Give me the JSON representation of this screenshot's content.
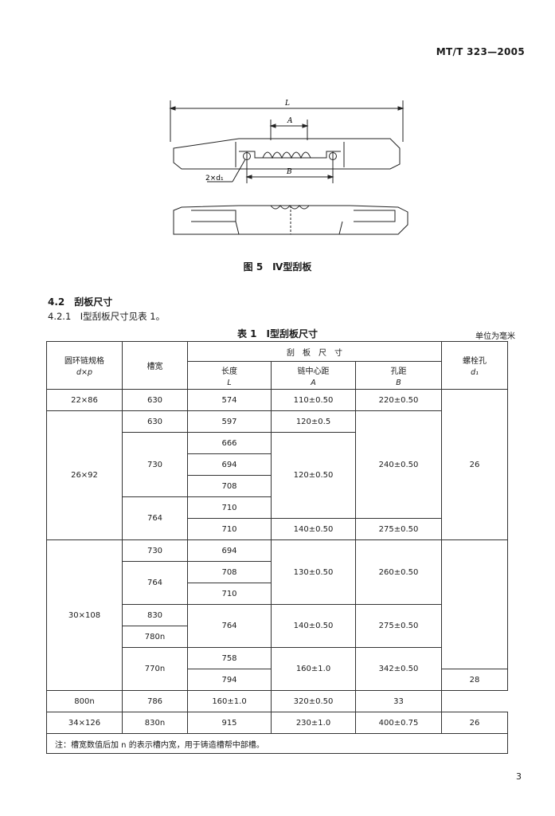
{
  "header": {
    "standard_code": "MT/T 323—2005"
  },
  "figure": {
    "dim_L": "L",
    "dim_A": "A",
    "dim_B": "B",
    "hole_label": "2×d₁",
    "caption": "图 5　Ⅳ型刮板"
  },
  "section": {
    "heading": "4.2　刮板尺寸",
    "text": "4.2.1　Ⅰ型刮板尺寸见表 1。"
  },
  "table": {
    "title": "表 1　Ⅰ型刮板尺寸",
    "unit": "单位为毫米",
    "headers": {
      "chain": "圆环链规格",
      "chain_sym": "d×p",
      "groove": "槽宽",
      "group": "刮　板　尺　寸",
      "length": "长度",
      "length_sym": "L",
      "center": "链中心距",
      "center_sym": "A",
      "hole": "孔距",
      "hole_sym": "B",
      "bolt": "螺栓孔",
      "bolt_sym": "d₁"
    },
    "cells": {
      "c22": "22×86",
      "c26": "26×92",
      "c30": "30×108",
      "c34": "34×126",
      "g630a": "630",
      "g630b": "630",
      "g730a": "730",
      "g764a": "764",
      "g730b": "730",
      "g764b": "764",
      "g830": "830",
      "g780n": "780n",
      "g770n": "770n",
      "g800n": "800n",
      "g830n": "830n",
      "l574": "574",
      "l597": "597",
      "l666": "666",
      "l694": "694",
      "l708a": "708",
      "l710a": "710",
      "l710b": "710",
      "l694b": "694",
      "l708b": "708",
      "l710c": "710",
      "l764": "764",
      "l758": "758",
      "l794": "794",
      "l786": "786",
      "l915": "915",
      "a110": "110±0.50",
      "a120a": "120±0.5",
      "a120b": "120±0.50",
      "a140a": "140±0.50",
      "a130": "130±0.50",
      "a140b": "140±0.50",
      "a160a": "160±1.0",
      "a160b": "160±1.0",
      "a230": "230±1.0",
      "b220": "220±0.50",
      "b240": "240±0.50",
      "b275a": "275±0.50",
      "b260": "260±0.50",
      "b275b": "275±0.50",
      "b342": "342±0.50",
      "b320": "320±0.50",
      "b400": "400±0.75",
      "d26a": "26",
      "d28": "28",
      "d33": "33",
      "d26b": "26"
    },
    "note": "注：槽宽数值后加 n 的表示槽内宽，用于铸造槽帮中部槽。"
  },
  "page": {
    "number": "3"
  }
}
